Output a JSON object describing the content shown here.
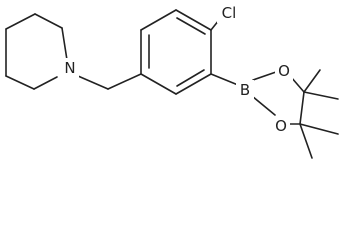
{
  "molecule": {
    "atoms": {
      "nitrogen": "N",
      "chlorine": "Cl",
      "boron": "B",
      "oxygen_top": "O",
      "oxygen_bottom": "O"
    }
  },
  "colors": {
    "bond": "#222222",
    "text": "#222222",
    "background": "#ffffff"
  }
}
